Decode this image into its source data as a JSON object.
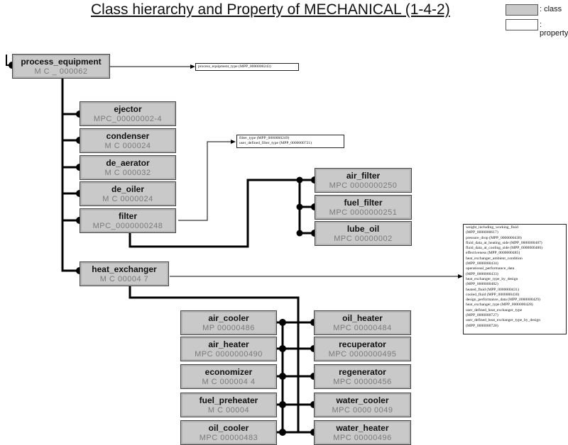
{
  "title": "Class hierarchy and Property of MECHANICAL (1-4-2)",
  "legend": {
    "class_label": ": class",
    "property_label": ": property"
  },
  "root": {
    "name": "process_equipment",
    "code": "M C _ 000062"
  },
  "level2": [
    {
      "name": "ejector",
      "code": "MPC_00000002-4"
    },
    {
      "name": "condenser",
      "code": "M C 000024"
    },
    {
      "name": "de_aerator",
      "code": "M C 000032"
    },
    {
      "name": "de_oiler",
      "code": "M C 0000024"
    },
    {
      "name": "filter",
      "code": "MPC_0000000248"
    },
    {
      "name": "heat_exchanger",
      "code": "M C 00004 7"
    }
  ],
  "filters": [
    {
      "name": "air_filter",
      "code": "MPC 0000000250"
    },
    {
      "name": "fuel_filter",
      "code": "MPC 0000000251"
    },
    {
      "name": "lube_oil",
      "code": "MPC 00000002"
    }
  ],
  "hx_left": [
    {
      "name": "air_cooler",
      "code": "MP 00000486"
    },
    {
      "name": "air_heater",
      "code": "MPC 0000000490"
    },
    {
      "name": "economizer",
      "code": "M C 000004 4"
    },
    {
      "name": "fuel_preheater",
      "code": "M C 00004"
    },
    {
      "name": "oil_cooler",
      "code": "MPC 00000483"
    }
  ],
  "hx_right": [
    {
      "name": "oil_heater",
      "code": "MPC 00000484"
    },
    {
      "name": "recuperator",
      "code": "MPC 0000000495"
    },
    {
      "name": "regenerator",
      "code": "MPC 00000456"
    },
    {
      "name": "water_cooler",
      "code": "MPC 0000 0049"
    },
    {
      "name": "water_heater",
      "code": "MPC 00000496"
    }
  ],
  "props": {
    "process_equipment": [
      "process_equipment_type (MPP_0000000243)"
    ],
    "filter": [
      "filter_type (MPP_0000000249)",
      "user_defined_filter_type (MPP_0000000721)"
    ],
    "heat_exchanger": [
      "weight_including_working_fluid",
      "(MPP_0000000617)",
      "pressure_drop (MPP_0000000438)",
      "fluid_data_at_heating_side (MPP_0000000487)",
      "fluid_data_at_cooling_side (MPP_0000000486)",
      "effectiveness (MPP_0000000485)",
      "heat_exchanger_ambient_condition",
      "(MPP_0000000434)",
      "operational_performance_data",
      "(MPP_0000000433)",
      "heat_exchanger_type_by_design",
      "(MPP_0000000482)",
      "heated_fluid (MPP_0000000431)",
      "cooled_fluid (MPP_0000000430)",
      "design_performance_data (MPP_0000000429)",
      "heat_exchanger_type (MPP_0000000428)",
      "user_defined_heat_exchanger_type",
      "(MPP_0000000727)",
      "user_defined_heat_exchanger_type_by_design",
      "(MPP_0000000728)"
    ]
  }
}
